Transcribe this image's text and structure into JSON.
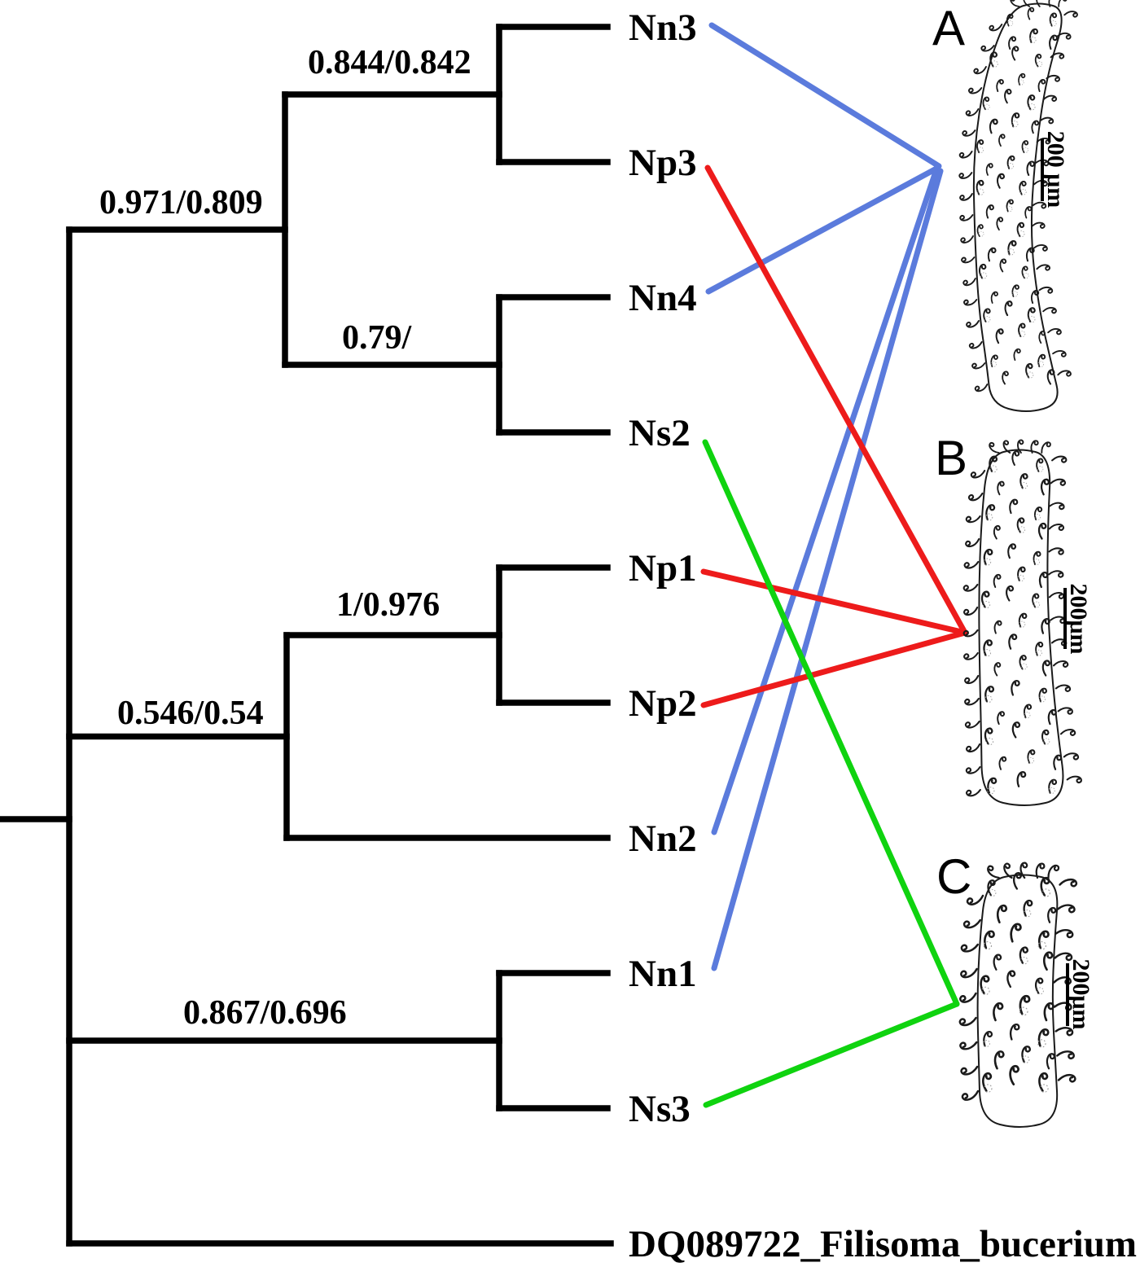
{
  "figure_type": "phylogenetic_tree_with_morphotype_drawings",
  "tree": {
    "taxa": [
      {
        "name": "Nn3",
        "morphotype": "A"
      },
      {
        "name": "Np3",
        "morphotype": "B"
      },
      {
        "name": "Nn4",
        "morphotype": "A"
      },
      {
        "name": "Ns2",
        "morphotype": "C"
      },
      {
        "name": "Np1",
        "morphotype": "B"
      },
      {
        "name": "Np2",
        "morphotype": "B"
      },
      {
        "name": "Nn2",
        "morphotype": "A"
      },
      {
        "name": "Nn1",
        "morphotype": "A"
      },
      {
        "name": "Ns3",
        "morphotype": "C"
      },
      {
        "name": "DQ089722_Filisoma_bucerium",
        "morphotype": ""
      }
    ],
    "support_labels": [
      "0.844/0.842",
      "0.971/0.809",
      "0.79/",
      "1/0.976",
      "0.546/0.54",
      "0.867/0.696"
    ],
    "topology_newick": "(((Nn3,Np3)0.844/0.842,(Nn4,Ns2)0.79/)0.971/0.809,((Np1,Np2)1/0.976,Nn2)0.546/0.54,(Nn1,Ns3)0.867/0.696,DQ089722_Filisoma_bucerium)"
  },
  "drawings": [
    {
      "letter": "A",
      "scale_label": "200 μm",
      "description": "proboscis line drawing, long curved, hooked"
    },
    {
      "letter": "B",
      "scale_label": "200μm",
      "description": "proboscis line drawing, straight, hooked"
    },
    {
      "letter": "C",
      "scale_label": "200μm",
      "description": "proboscis line drawing, short, hooked"
    }
  ],
  "links": [
    {
      "taxon": "Nn3",
      "drawing": "A"
    },
    {
      "taxon": "Nn4",
      "drawing": "A"
    },
    {
      "taxon": "Nn2",
      "drawing": "A"
    },
    {
      "taxon": "Nn1",
      "drawing": "A"
    },
    {
      "taxon": "Np3",
      "drawing": "B"
    },
    {
      "taxon": "Np1",
      "drawing": "B"
    },
    {
      "taxon": "Np2",
      "drawing": "B"
    },
    {
      "taxon": "Ns2",
      "drawing": "C"
    },
    {
      "taxon": "Ns3",
      "drawing": "C"
    }
  ],
  "colors": {
    "morphotype_A": "#5B7BDC",
    "morphotype_B": "#ED1B1B",
    "morphotype_C": "#0FD30F",
    "tree": "#000000",
    "background": "#FFFFFF",
    "drawing_ink": "#1a1a1a"
  }
}
